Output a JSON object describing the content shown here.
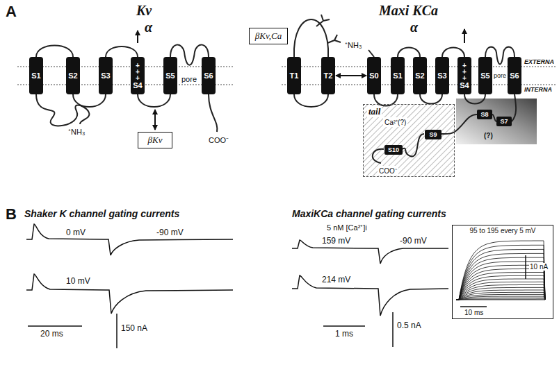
{
  "diagram": {
    "nodes": [
      {
        "text": [
          "S1"
        ]
      },
      {
        "text": [
          "S2"
        ]
      },
      {
        "text": [
          "S3"
        ]
      },
      {
        "text": [
          "+ + +",
          "S4"
        ]
      },
      {
        "text": [
          "S5"
        ]
      },
      {
        "text": [
          "S6"
        ]
      },
      {
        "text": [
          "βKv"
        ]
      },
      {
        "text": [
          "βKv,Ca"
        ]
      },
      {
        "text": [
          "T1"
        ]
      },
      {
        "text": [
          "T2"
        ]
      },
      {
        "text": [
          "S0"
        ]
      },
      {
        "text": [
          "S1"
        ]
      },
      {
        "text": [
          "S2"
        ]
      },
      {
        "text": [
          "S3"
        ]
      },
      {
        "text": [
          "+ + +",
          "S4"
        ]
      },
      {
        "text": [
          "S5"
        ]
      },
      {
        "text": [
          "S6"
        ]
      },
      {
        "text": [
          "tail",
          "Ca²⁺(?)",
          "COO⁻"
        ]
      },
      {
        "text": [
          "S10"
        ],
        "in": 17
      },
      {
        "text": [
          "S9"
        ],
        "in": 17
      },
      {
        "text": [
          "(?)"
        ]
      },
      {
        "text": [
          "S8"
        ],
        "in": 20
      },
      {
        "text": [
          "S7"
        ],
        "in": 20
      },
      {
        "text": [
          "95 to 195 every 5 mV",
          "10 nA",
          "10 ms"
        ]
      }
    ],
    "edges": [
      {
        "from": 9,
        "to": 10,
        "arrow": "both"
      }
    ],
    "labels": [
      "A",
      "Kv",
      "α",
      "pore",
      "⁺NH₃",
      "COO⁻",
      "Maxi KCa",
      "α",
      "EXTERNA",
      "INTERNA",
      "⁺NH₃",
      "pore",
      "B",
      "Shaker K channel gating currents",
      "0 mV",
      "-90 mV",
      "10 mV",
      "20 ms",
      "150 nA",
      "MaxiKCa channel gating currents",
      "5 nM [Ca²⁺]i",
      "159 mV",
      "-90 mV",
      "214 mV",
      "1 ms",
      "0.5 nA"
    ]
  }
}
